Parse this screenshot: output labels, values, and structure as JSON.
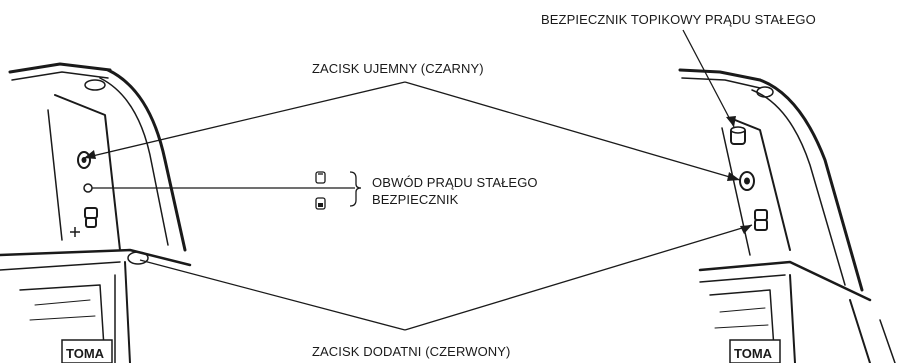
{
  "labels": {
    "fuse_top": "BEZPIECZNIK TOPIKOWY PRĄDU STAŁEGO",
    "negative_terminal": "ZACISK UJEMNY (CZARNY)",
    "dc_circuit": "OBWÓD PRĄDU STAŁEGO",
    "fuse": "BEZPIECZNIK",
    "positive_terminal": "ZACISK DODATNI (CZERWONY)"
  },
  "logo_text": "TOMA",
  "colors": {
    "line": "#1a1a1a",
    "text": "#1a1a1a",
    "background": "#ffffff"
  }
}
